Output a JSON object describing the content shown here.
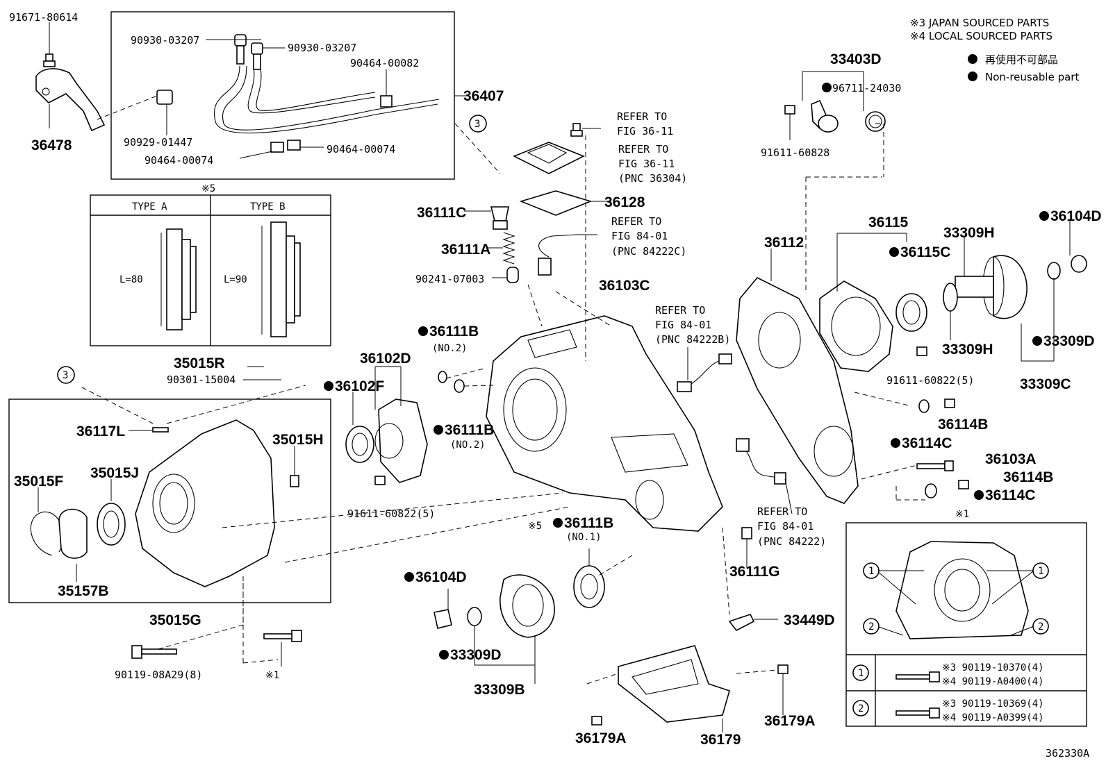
{
  "legend": {
    "japan": "※3 JAPAN SOURCED PARTS",
    "local": "※4 LOCAL SOURCED PARTS",
    "nonreusable_jp": "再使用不可部品",
    "nonreusable_en": "Non-reusable part"
  },
  "illustration_id": "362330A",
  "type_box": {
    "mark": "※5",
    "type_a": "TYPE A",
    "type_b": "TYPE B",
    "len_a": "L=80",
    "len_b": "L=90"
  },
  "callouts": {
    "c3": "3",
    "c1": "1",
    "c2": "2"
  },
  "detail": {
    "mark": "※1",
    "row1_a": "※3 90119-10370(4)",
    "row1_b": "※4 90119-A0400(4)",
    "row2_a": "※3 90119-10369(4)",
    "row2_b": "※4 90119-A0399(4)"
  },
  "refs": {
    "r1_l1": "REFER TO",
    "r1_l2": "FIG 36-11",
    "r2_l1": "REFER TO",
    "r2_l2": "FIG 36-11",
    "r2_l3": "(PNC 36304)",
    "r3_l1": "REFER TO",
    "r3_l2": "FIG 84-01",
    "r3_l3": "(PNC 84222C)",
    "r4_l1": "REFER TO",
    "r4_l2": "FIG 84-01",
    "r4_l3": "(PNC 84222B)",
    "r5_l1": "REFER TO",
    "r5_l2": "FIG 84-01",
    "r5_l3": "(PNC 84222)"
  },
  "parts_small": {
    "p91671": "91671-80614",
    "p90930a": "90930-03207",
    "p90930b": "90930-03207",
    "p90464a": "90464-00082",
    "p90929": "90929-01447",
    "p90464b": "90464-00074",
    "p90464c": "90464-00074",
    "p90241": "90241-07003",
    "p96711": "96711-24030",
    "p91611a": "91611-60828",
    "p91611b": "91611-60822(5)",
    "p91611c": "91611-60822(5)",
    "p90301": "90301-15004",
    "p90119": "90119-08A29(8)",
    "no2a": "(NO.2)",
    "no2b": "(NO.2)",
    "no1": "(NO.1)",
    "x1": "※1",
    "x5": "※5"
  },
  "parts_big": {
    "p36478": "36478",
    "p36407": "36407",
    "p33403D": "33403D",
    "p36128": "36128",
    "p36111C": "36111C",
    "p36111A": "36111A",
    "p36112": "36112",
    "p36115": "36115",
    "p36115C": "36115C",
    "p33309H_top": "33309H",
    "p36104D_r": "36104D",
    "p36103C": "36103C",
    "p36111B_1": "36111B",
    "p36102D": "36102D",
    "p36102F": "36102F",
    "p36111B_2": "36111B",
    "p35015R": "35015R",
    "p33309H_mid": "33309H",
    "p33309D_r": "33309D",
    "p33309C": "33309C",
    "p36114B_a": "36114B",
    "p36114C_a": "36114C",
    "p36103A": "36103A",
    "p36114B_b": "36114B",
    "p36114C_b": "36114C",
    "p36117L": "36117L",
    "p35015H": "35015H",
    "p35015F": "35015F",
    "p35015J": "35015J",
    "p35157B": "35157B",
    "p35015G": "35015G",
    "p36111B_3": "36111B",
    "p36111G": "36111G",
    "p36104D_l": "36104D",
    "p33309D_l": "33309D",
    "p33309B": "33309B",
    "p33449D": "33449D",
    "p36179A_l": "36179A",
    "p36179A_r": "36179A",
    "p36179": "36179"
  }
}
